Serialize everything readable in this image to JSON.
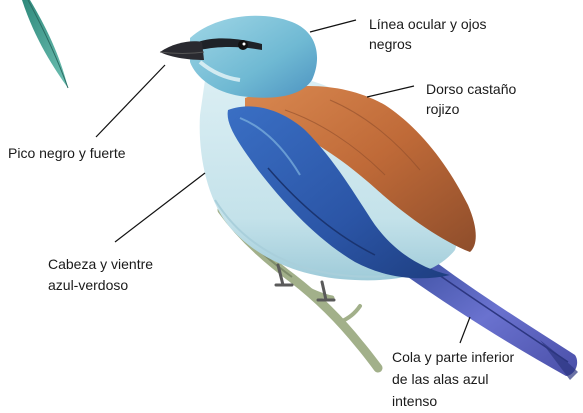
{
  "labels": {
    "eye_line": [
      "Línea ocular y ojos",
      "negros"
    ],
    "back": [
      "Dorso castaño",
      "rojizo"
    ],
    "beak": [
      "Pico negro y fuerte"
    ],
    "head_belly": [
      "Cabeza y vientre",
      "azul-verdoso"
    ],
    "tail_wings": [
      "Cola y parte inferior",
      "de las alas azul",
      "intenso"
    ]
  },
  "colors": {
    "head": "#7cc4d8",
    "belly": "#d2e9ef",
    "back": "#c0703c",
    "wing_blue": "#2f5fb3",
    "tail": "#5b63c4",
    "beak": "#2a2a30",
    "branch": "#9fae86"
  }
}
